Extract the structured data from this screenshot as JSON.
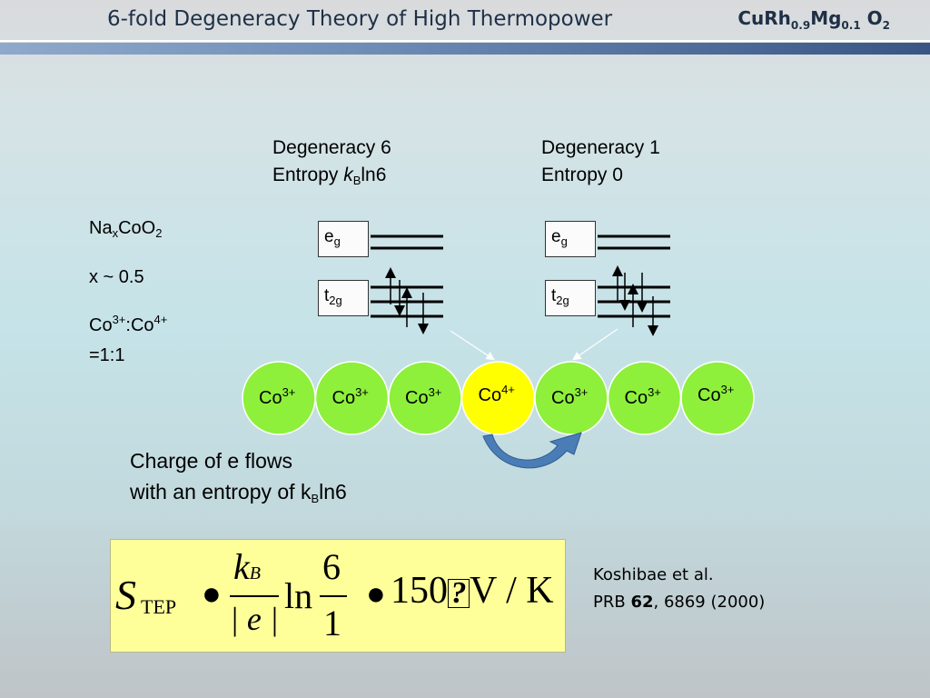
{
  "header": {
    "title": "6-fold Degeneracy Theory of High Thermopower",
    "formula": {
      "a": "CuRh",
      "a_sub": "0.9",
      "b": "Mg",
      "b_sub": "0.1",
      "c": " O",
      "c_sub": "2"
    }
  },
  "left": {
    "line1_a": "Na",
    "line1_sub": "x",
    "line1_b": "CoO",
    "line1_sub2": "2",
    "line2": "x ~ 0.5",
    "line3_a": "Co",
    "line3_sup1": "3+",
    "line3_b": ":Co",
    "line3_sup2": "4+",
    "line4": "=1:1"
  },
  "deg6": {
    "line1": "Degeneracy 6",
    "line2_a": "Entropy ",
    "line2_k": "k",
    "line2_sub": "B",
    "line2_b": "ln6"
  },
  "deg1": {
    "line1": "Degeneracy 1",
    "line2": "Entropy  0"
  },
  "levels": {
    "eg": "e",
    "eg_sub": "g",
    "t2g": "t",
    "t2g_sub": "2g"
  },
  "ions": [
    {
      "label": "Co",
      "sup": "3+"
    },
    {
      "label": "Co",
      "sup": "3+"
    },
    {
      "label": "Co",
      "sup": "3+"
    },
    {
      "label": "Co",
      "sup": "4+"
    },
    {
      "label": "Co",
      "sup": "3+"
    },
    {
      "label": "Co",
      "sup": "3+"
    },
    {
      "label": "Co",
      "sup": "3+"
    }
  ],
  "charge": {
    "line1": "Charge of e flows",
    "line2_a": "with an entropy of k",
    "line2_sub": "B",
    "line2_b": "ln6"
  },
  "equation": {
    "S": "S",
    "S_sub": "TEP",
    "dot": "●",
    "kB": "k",
    "kB_sub": "B",
    "e": "| e |",
    "ln": "ln",
    "num": "6",
    "den": "1",
    "value": "150",
    "glyph": "?",
    "unit": "V / K"
  },
  "reference": {
    "line1": "Koshibae et al.",
    "line2_a": "PRB ",
    "line2_bold": "62",
    "line2_b": ", 6869 (2000)"
  },
  "colors": {
    "co3": "#8ef03a",
    "co4": "#ffff00",
    "ion_border": "#ffffff",
    "flow_arrow": "#4a7db5",
    "equation_bg": "#ffff9a"
  }
}
